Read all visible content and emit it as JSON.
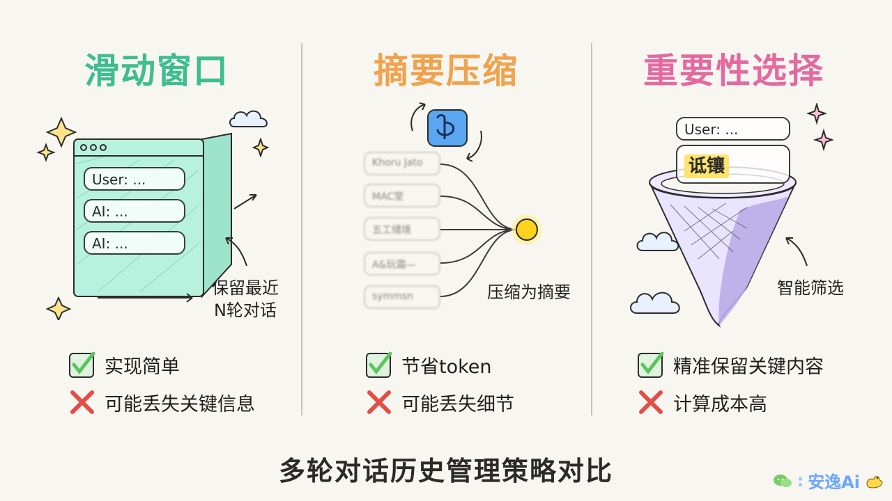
{
  "colors": {
    "sliding": "#3dbd92",
    "summary": "#f0a24d",
    "importance": "#e36aa0",
    "check": "#5cc35e",
    "cross": "#e44c46",
    "panel_teal": "#b7f2df",
    "funnel": "#c9c1f2",
    "highlight": "#ffe36b",
    "sun": "#ffd21b"
  },
  "sections": [
    {
      "title": "滑动窗口",
      "caption": "保留最近\nN轮对话",
      "bubbles": [
        "User: ...",
        "AI: ...",
        "AI: ..."
      ],
      "pro": "实现简单",
      "con": "可能丢失关键信息"
    },
    {
      "title": "摘要压缩",
      "caption": "压缩为摘要",
      "pro": "节省token",
      "con": "可能丢失细节"
    },
    {
      "title": "重要性选择",
      "caption": "智能筛选",
      "bubbles": [
        "User: ...",
        "诋镶"
      ],
      "pro": "精准保留关键内容",
      "con": "计算成本高"
    }
  ],
  "footer": "多轮对话历史管理策略对比",
  "brand": {
    "text": "安逸Ai",
    "icon_wechat": "wechat-icon",
    "icon_duck": "duck-icon"
  }
}
